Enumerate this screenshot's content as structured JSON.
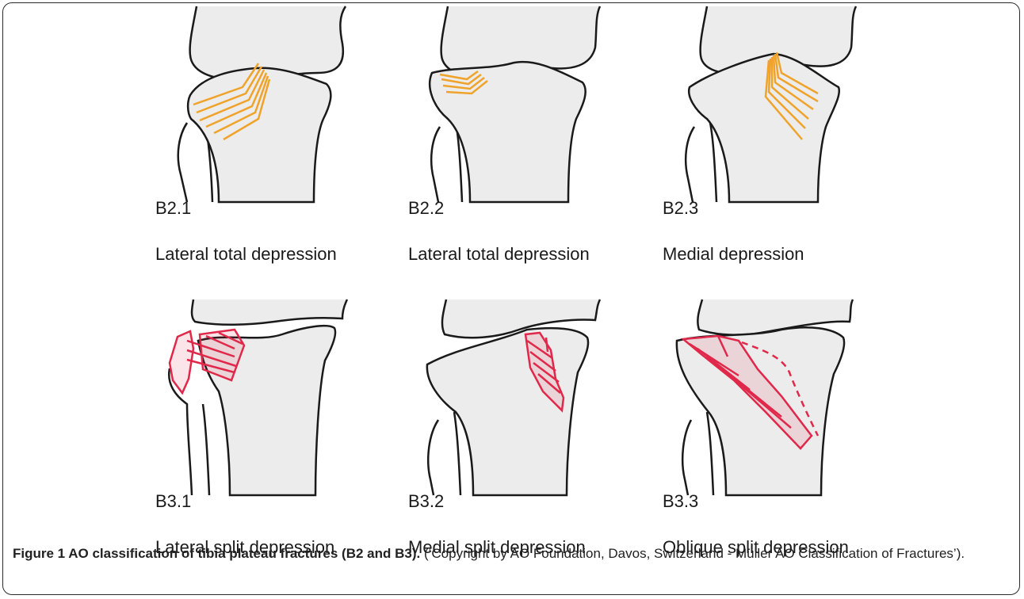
{
  "panels": [
    {
      "code": "B2.1",
      "description": "Lateral total depression",
      "fracture_color": "#f0a32a"
    },
    {
      "code": "B2.2",
      "description": "Lateral total depression",
      "fracture_color": "#f0a32a"
    },
    {
      "code": "B2.3",
      "description": "Medial depression",
      "fracture_color": "#f0a32a"
    },
    {
      "code": "B3.1",
      "description": "Lateral split depression",
      "fracture_color": "#e0284a"
    },
    {
      "code": "B3.2",
      "description": "Medial split depression",
      "fracture_color": "#e0284a"
    },
    {
      "code": "B3.3",
      "description": "Oblique split depression",
      "fracture_color": "#e0284a"
    }
  ],
  "caption": {
    "bold": "Figure 1 AO classification of tibia plateau fractures (B2 and B3).",
    "normal": " (‘Copyright by AO Foundation, Davos, Switzerland - Müller AO Classification of Fractures’)."
  },
  "colors": {
    "bone_fill": "#ececec",
    "outline": "#1a1a1a",
    "frame": "#2a2a2a"
  }
}
